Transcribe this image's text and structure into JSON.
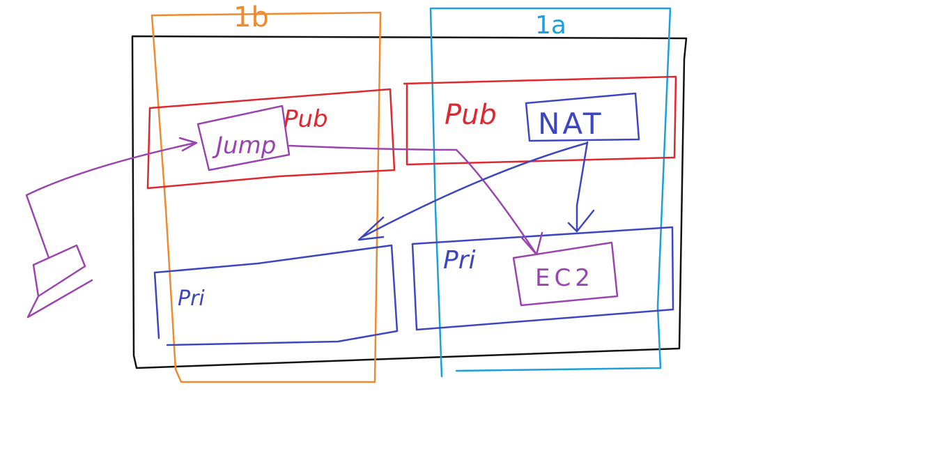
{
  "diagram": {
    "zones": [
      {
        "id": "az-b",
        "label": "1b",
        "color": "#f08a2c"
      },
      {
        "id": "az-a",
        "label": "1a",
        "color": "#1aa0dc"
      }
    ],
    "subnets": {
      "pub_left": {
        "label": "Pub",
        "color": "#e0262e"
      },
      "pub_right": {
        "label": "Pub",
        "color": "#e0262e"
      },
      "pri_left": {
        "label": "Pri",
        "color": "#3c46c0"
      },
      "pri_right": {
        "label": "Pri",
        "color": "#3c46c0"
      }
    },
    "nodes": {
      "jump": {
        "label": "Jump",
        "color": "#9a44b0"
      },
      "nat": {
        "label": "NAT",
        "color": "#3c46c0"
      },
      "ec2": {
        "label": "EC2",
        "color": "#9a44b0"
      }
    },
    "vpc_color": "#111111"
  }
}
